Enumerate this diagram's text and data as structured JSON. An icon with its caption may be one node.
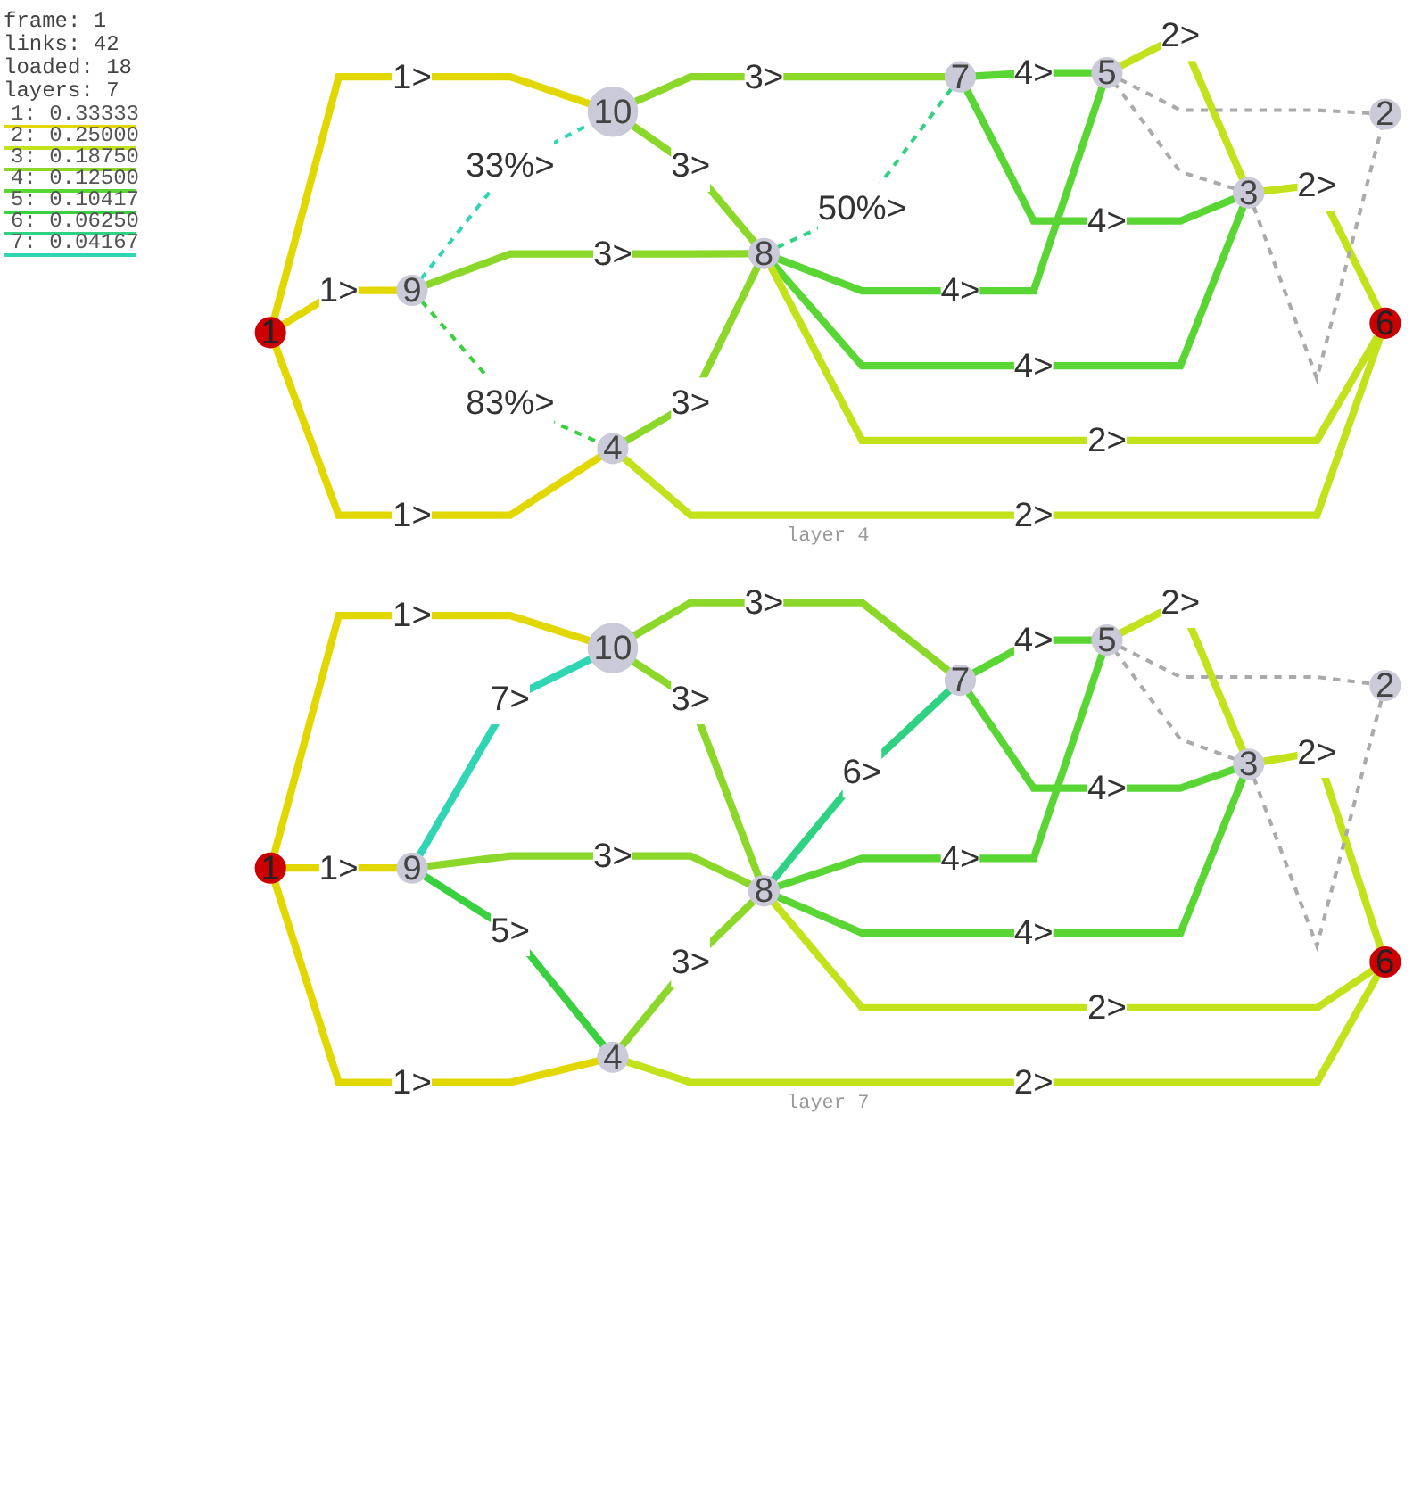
{
  "diagram": {
    "nodes": [
      {
        "text": [
          "1"
        ]
      },
      {
        "text": [
          "2"
        ]
      },
      {
        "text": [
          "3"
        ]
      },
      {
        "text": [
          "4"
        ]
      },
      {
        "text": [
          "5"
        ]
      },
      {
        "text": [
          "6"
        ]
      },
      {
        "text": [
          "7"
        ]
      },
      {
        "text": [
          "8"
        ]
      },
      {
        "text": [
          "9"
        ]
      },
      {
        "text": [
          "10"
        ]
      },
      {
        "text": [
          "1"
        ]
      },
      {
        "text": [
          "2"
        ]
      },
      {
        "text": [
          "3"
        ]
      },
      {
        "text": [
          "4"
        ]
      },
      {
        "text": [
          "5"
        ]
      },
      {
        "text": [
          "6"
        ]
      },
      {
        "text": [
          "7"
        ]
      },
      {
        "text": [
          "8"
        ]
      },
      {
        "text": [
          "9"
        ]
      },
      {
        "text": [
          "10"
        ]
      }
    ],
    "edges": [
      {
        "from": 0,
        "to": 9,
        "arrow": "none",
        "label": "1>",
        "color": "#e2d800"
      },
      {
        "from": 0,
        "to": 8,
        "arrow": "none",
        "label": "1>",
        "color": "#e2d800"
      },
      {
        "from": 0,
        "to": 3,
        "arrow": "none",
        "label": "1>",
        "color": "#e2d800"
      },
      {
        "from": 9,
        "to": 6,
        "arrow": "none",
        "label": "3>",
        "color": "#8cd82a"
      },
      {
        "from": 9,
        "to": 7,
        "arrow": "none",
        "label": "3>",
        "color": "#8cd82a"
      },
      {
        "from": 8,
        "to": 9,
        "arrow": "none",
        "label": "33%>",
        "style": "dashed",
        "color": "#30d6b4"
      },
      {
        "from": 7,
        "to": 6,
        "arrow": "none",
        "label": "50%>",
        "style": "dashed",
        "color": "#2ed282"
      },
      {
        "from": 6,
        "to": 4,
        "arrow": "none",
        "label": "4>",
        "color": "#5ad634"
      },
      {
        "from": 6,
        "to": 2,
        "arrow": "none",
        "label": "4>",
        "color": "#5ad634"
      },
      {
        "from": 7,
        "to": 4,
        "arrow": "none",
        "label": "4>",
        "color": "#5ad634"
      },
      {
        "from": 7,
        "to": 2,
        "arrow": "none",
        "label": "4>",
        "color": "#5ad634"
      },
      {
        "from": 7,
        "to": 5,
        "arrow": "none",
        "label": "2>",
        "color": "#c4e21c"
      },
      {
        "from": 8,
        "to": 7,
        "arrow": "none",
        "label": "3>",
        "color": "#8cd82a"
      },
      {
        "from": 3,
        "to": 7,
        "arrow": "none",
        "label": "3>",
        "color": "#8cd82a"
      },
      {
        "from": 3,
        "to": 5,
        "arrow": "none",
        "label": "2>",
        "color": "#c4e21c"
      },
      {
        "from": 8,
        "to": 3,
        "arrow": "none",
        "label": "83%>",
        "style": "dashed",
        "color": "#3ad040"
      },
      {
        "from": 4,
        "to": 2,
        "arrow": "none",
        "label": "2>",
        "color": "#c4e21c"
      },
      {
        "from": 2,
        "to": 5,
        "arrow": "none",
        "label": "2>",
        "color": "#c4e21c"
      },
      {
        "from": 4,
        "to": 1,
        "arrow": "none",
        "style": "dashed",
        "color": "#aaaaaa"
      },
      {
        "from": 2,
        "to": 1,
        "arrow": "none",
        "style": "dashed",
        "color": "#aaaaaa"
      },
      {
        "from": 2,
        "to": 4,
        "arrow": "none",
        "style": "dashed",
        "color": "#aaaaaa"
      },
      {
        "from": 10,
        "to": 19,
        "arrow": "none",
        "label": "1>",
        "color": "#e2d800"
      },
      {
        "from": 10,
        "to": 18,
        "arrow": "none",
        "label": "1>",
        "color": "#e2d800"
      },
      {
        "from": 10,
        "to": 13,
        "arrow": "none",
        "label": "1>",
        "color": "#e2d800"
      },
      {
        "from": 19,
        "to": 16,
        "arrow": "none",
        "label": "3>",
        "color": "#8cd82a"
      },
      {
        "from": 19,
        "to": 17,
        "arrow": "none",
        "label": "3>",
        "color": "#8cd82a"
      },
      {
        "from": 18,
        "to": 19,
        "arrow": "none",
        "label": "7>",
        "color": "#30d6b4"
      },
      {
        "from": 17,
        "to": 16,
        "arrow": "none",
        "label": "6>",
        "color": "#2ed282"
      },
      {
        "from": 16,
        "to": 14,
        "arrow": "none",
        "label": "4>",
        "color": "#5ad634"
      },
      {
        "from": 16,
        "to": 12,
        "arrow": "none",
        "label": "4>",
        "color": "#5ad634"
      },
      {
        "from": 17,
        "to": 14,
        "arrow": "none",
        "label": "4>",
        "color": "#5ad634"
      },
      {
        "from": 17,
        "to": 12,
        "arrow": "none",
        "label": "4>",
        "color": "#5ad634"
      },
      {
        "from": 17,
        "to": 15,
        "arrow": "none",
        "label": "2>",
        "color": "#c4e21c"
      },
      {
        "from": 18,
        "to": 17,
        "arrow": "none",
        "label": "3>",
        "color": "#8cd82a"
      },
      {
        "from": 13,
        "to": 17,
        "arrow": "none",
        "label": "3>",
        "color": "#8cd82a"
      },
      {
        "from": 13,
        "to": 15,
        "arrow": "none",
        "label": "2>",
        "color": "#c4e21c"
      },
      {
        "from": 18,
        "to": 13,
        "arrow": "none",
        "label": "5>",
        "color": "#3ad040"
      },
      {
        "from": 14,
        "to": 12,
        "arrow": "none",
        "label": "2>",
        "color": "#c4e21c"
      },
      {
        "from": 12,
        "to": 15,
        "arrow": "none",
        "label": "2>",
        "color": "#c4e21c"
      },
      {
        "from": 14,
        "to": 11,
        "arrow": "none",
        "style": "dashed",
        "color": "#aaaaaa"
      },
      {
        "from": 12,
        "to": 11,
        "arrow": "none",
        "style": "dashed",
        "color": "#aaaaaa"
      },
      {
        "from": 12,
        "to": 14,
        "arrow": "none",
        "style": "dashed",
        "color": "#aaaaaa"
      }
    ],
    "labels": [
      "frame: 1",
      "links: 42",
      "loaded: 18",
      "layers: 7",
      "layer 4",
      "layer 7"
    ],
    "legend": [
      {
        "text": "1: 0.33333",
        "color": "#e2d800"
      },
      {
        "text": "2: 0.25000",
        "color": "#c4e21c"
      },
      {
        "text": "3: 0.18750",
        "color": "#8cd82a"
      },
      {
        "text": "4: 0.12500",
        "color": "#5ad634"
      },
      {
        "text": "5: 0.10417",
        "color": "#3ad040"
      },
      {
        "text": "6: 0.06250",
        "color": "#2ed282"
      },
      {
        "text": "7: 0.04167",
        "color": "#30d6b4"
      }
    ]
  }
}
